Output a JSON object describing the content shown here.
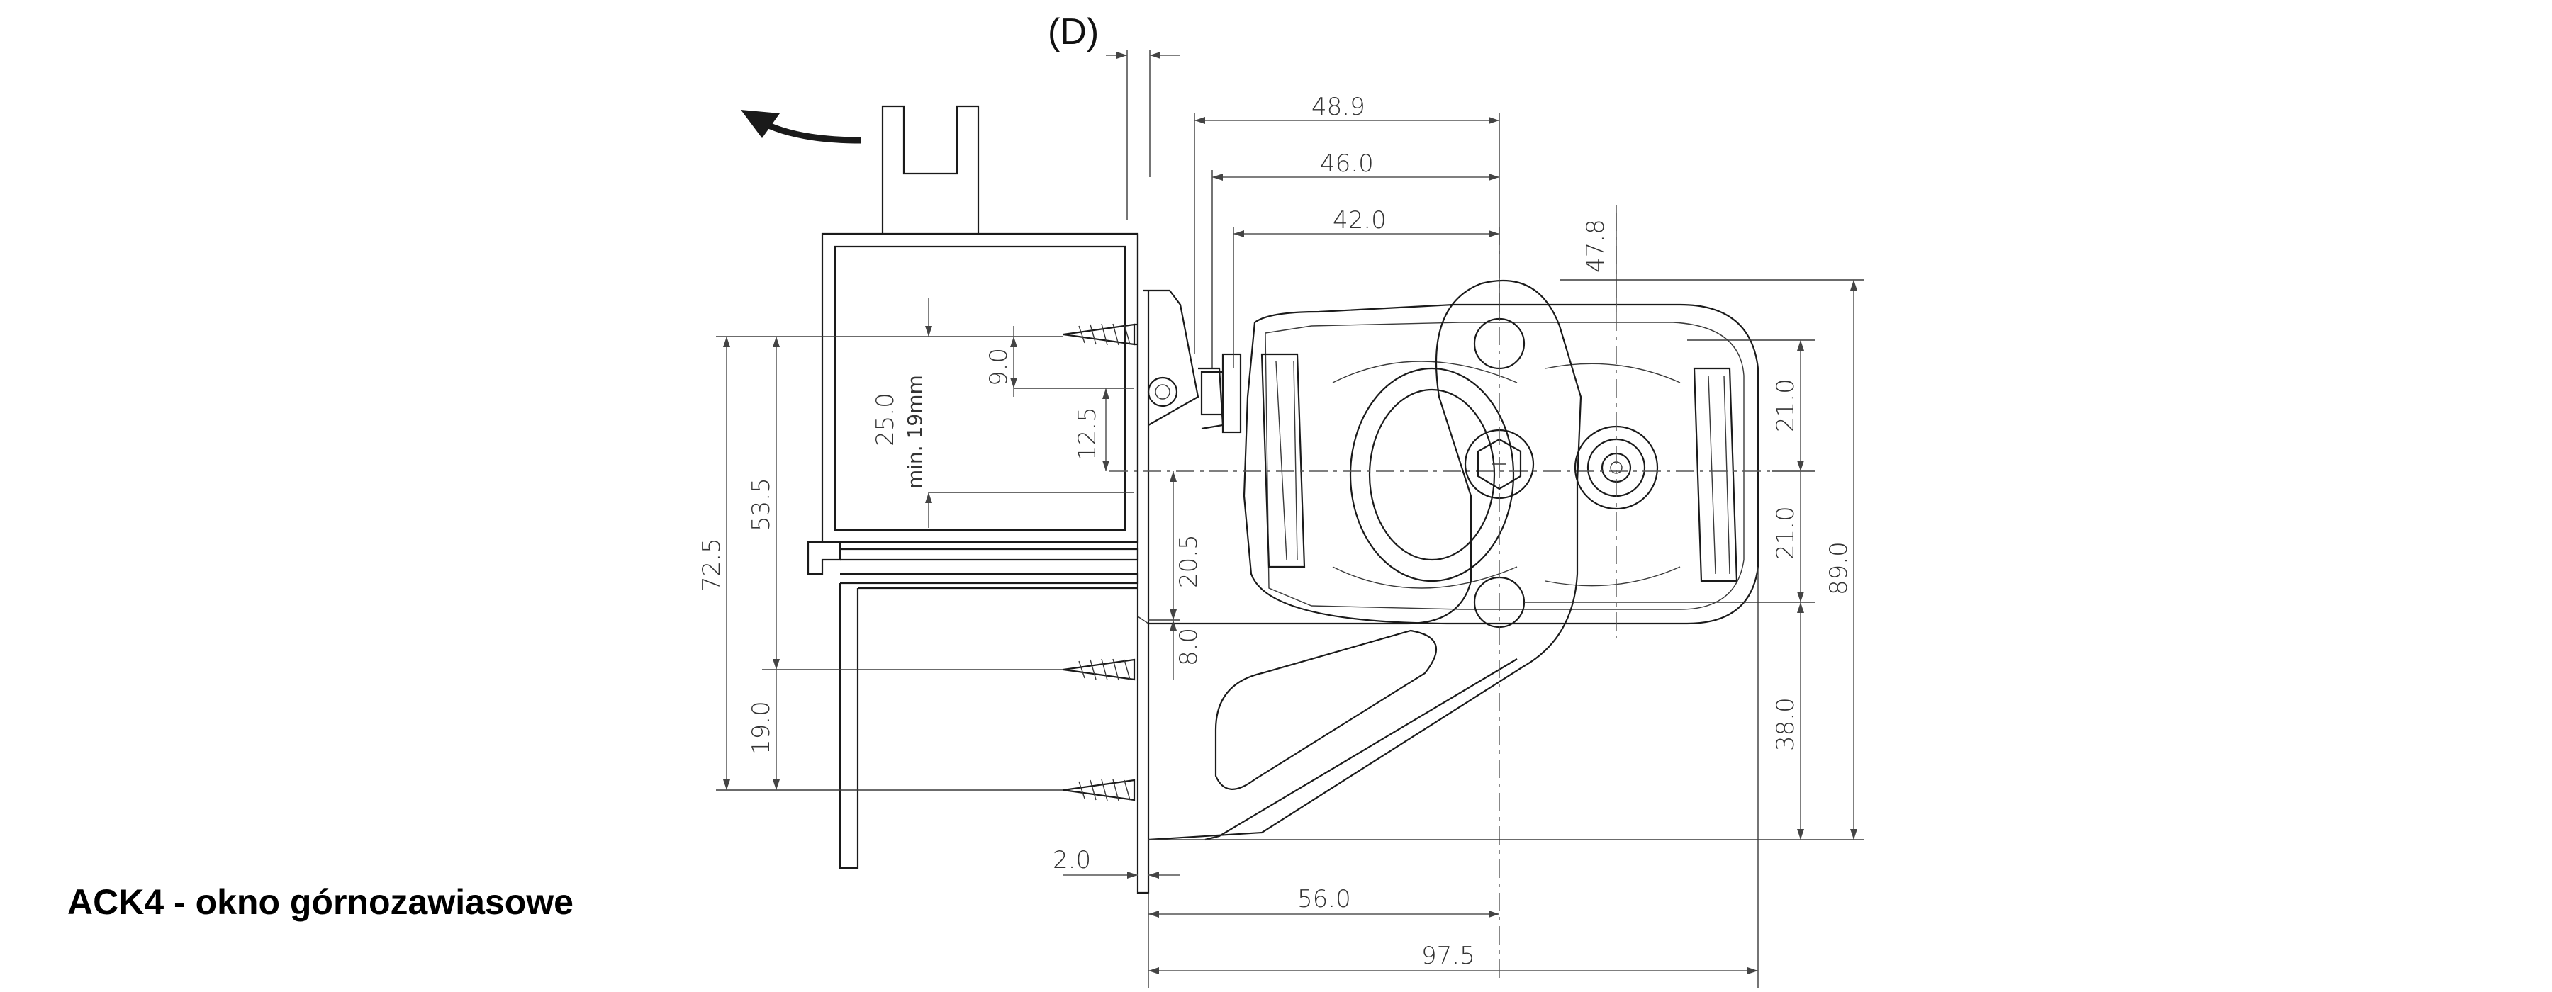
{
  "labels": {
    "title": "ACK4 - okno górnozawiasowe",
    "marker_d": "(D)",
    "min_note": "min. 19mm"
  },
  "dimensions": {
    "w_48_9": "48.9",
    "w_46_0": "46.0",
    "w_42_0": "42.0",
    "h_47_8": "47.8",
    "h_9_0": "9.0",
    "h_25_0": "25.0",
    "h_12_5": "12.5",
    "h_53_5": "53.5",
    "h_72_5": "72.5",
    "h_20_5": "20.5",
    "h_8_0": "8.0",
    "h_19_0": "19.0",
    "w_2_0": "2.0",
    "w_56_0": "56.0",
    "w_97_5": "97.5",
    "h_21_0_top": "21.0",
    "h_21_0_bottom": "21.0",
    "h_38_0": "38.0",
    "h_89_0": "89.0"
  },
  "icons": {
    "rotation_arrow": "curved-arrow-icon",
    "screws": "wood-screw-icon"
  }
}
